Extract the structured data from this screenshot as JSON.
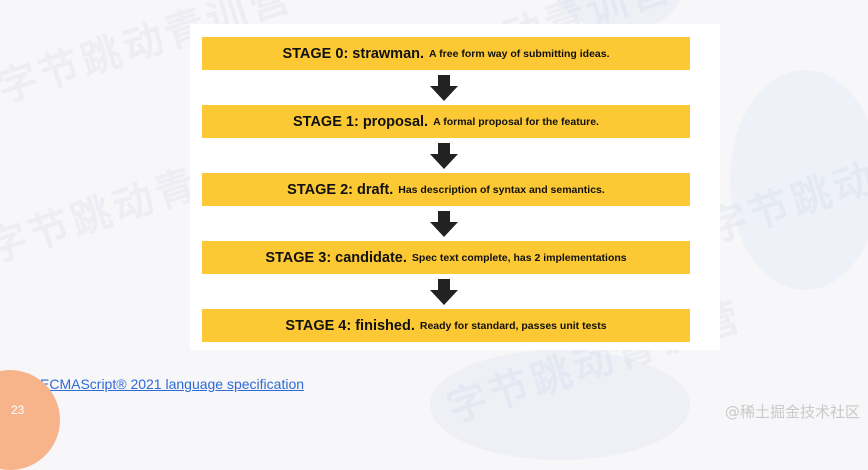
{
  "stages": [
    {
      "title": "STAGE 0: strawman.",
      "desc": "A free form way of submitting ideas."
    },
    {
      "title": "STAGE 1: proposal.",
      "desc": "A formal proposal for the feature."
    },
    {
      "title": "STAGE 2: draft.",
      "desc": "Has description of syntax and semantics."
    },
    {
      "title": "STAGE 3: candidate.",
      "desc": "Spec text complete, has 2 implementations"
    },
    {
      "title": "STAGE 4: finished.",
      "desc": "Ready for standard, passes unit tests"
    }
  ],
  "link": {
    "label": "ECMAScript® 2021 language specification"
  },
  "page_number": "23",
  "watermark": "@稀土掘金技术社区",
  "background_text": "字节跳动青训营",
  "colors": {
    "stage_fill": "#fcc934",
    "arrow": "#222222",
    "link": "#2e6bd6",
    "background": "#f7f6f8"
  },
  "icons": {
    "arrow": "arrow-down-icon"
  }
}
